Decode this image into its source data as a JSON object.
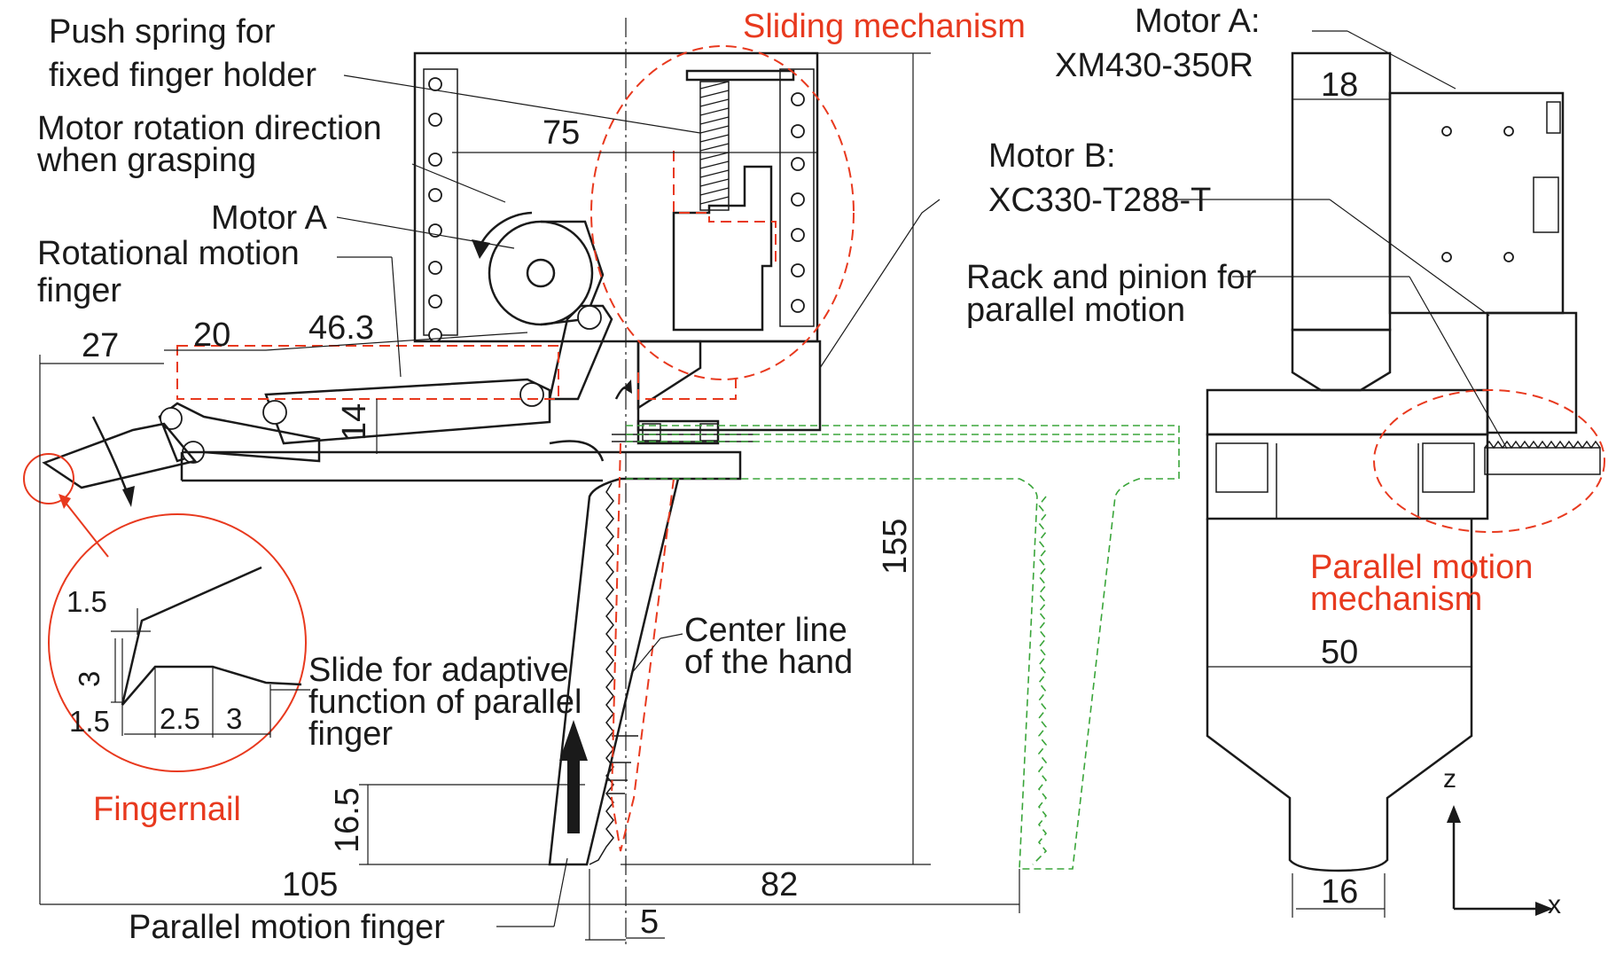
{
  "labels": {
    "push_spring": [
      "Push spring for",
      "fixed finger holder"
    ],
    "motor_rotation": [
      "Motor rotation direction",
      "when grasping"
    ],
    "motor_a_short": "Motor A",
    "rotational_finger": [
      "Rotational motion",
      "finger"
    ],
    "sliding_mechanism": "Sliding mechanism",
    "motor_a_full": [
      "Motor A:",
      "XM430-350R"
    ],
    "motor_b_full": [
      "Motor B:",
      "XC330-T288-T"
    ],
    "rack_pinion": [
      "Rack and pinion for",
      "parallel motion"
    ],
    "parallel_mechanism": [
      "Parallel motion",
      "mechanism"
    ],
    "center_line": [
      "Center line",
      "of the hand"
    ],
    "slide_adaptive": [
      "Slide for adaptive",
      "function of parallel",
      "finger"
    ],
    "fingernail": "Fingernail",
    "parallel_finger": "Parallel motion finger"
  },
  "dimensions": {
    "d75": "75",
    "d27": "27",
    "d20": "20",
    "d46_3": "46.3",
    "d14": "14",
    "d155": "155",
    "d16_5": "16.5",
    "d105": "105",
    "d82": "82",
    "d5": "5",
    "d18": "18",
    "d50": "50",
    "d16": "16",
    "nail_1_5_top": "1.5",
    "nail_3_v": "3",
    "nail_1_5_bot": "1.5",
    "nail_2_5": "2.5",
    "nail_3_h": "3"
  },
  "axes": {
    "z": "z",
    "x": "x"
  },
  "colors": {
    "annotation": "#e8391e",
    "alt_position": "#3aa53a",
    "line": "#1a1a1a"
  }
}
